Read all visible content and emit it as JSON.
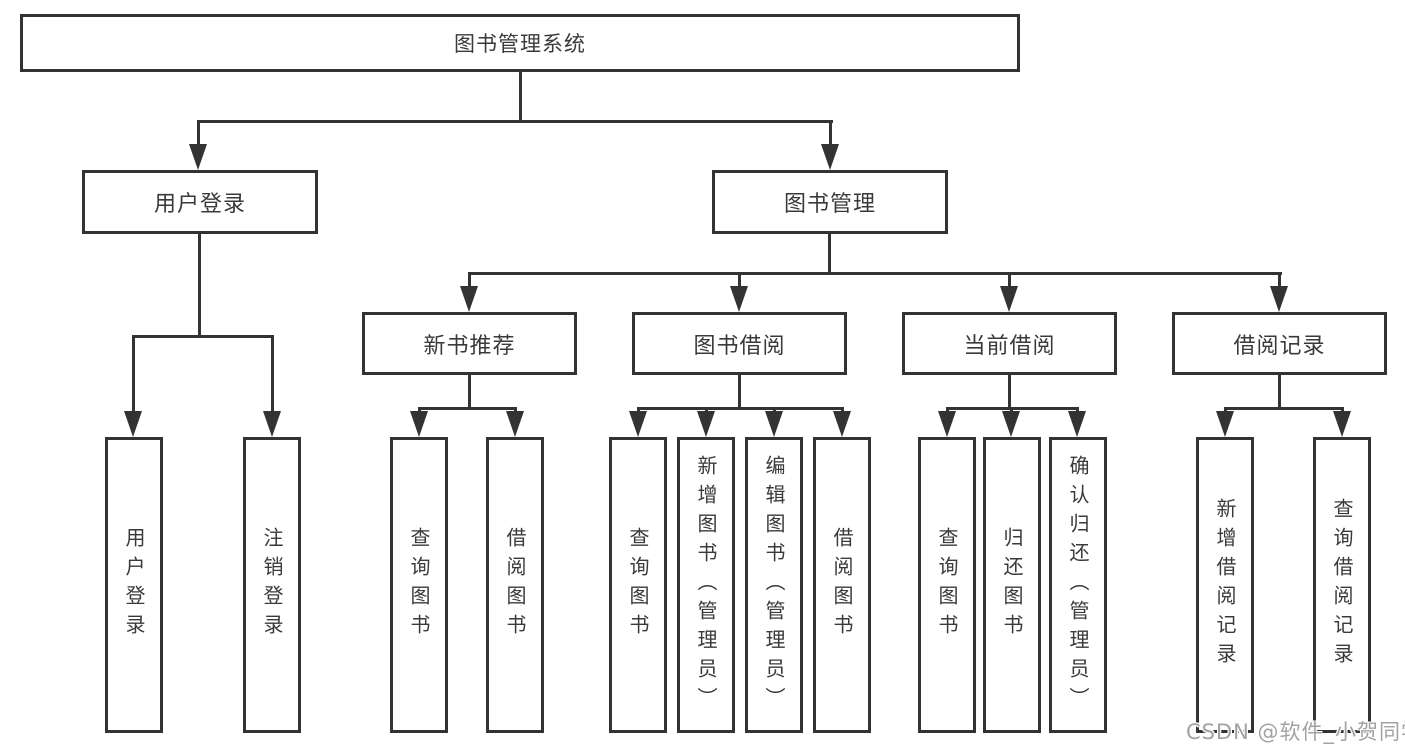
{
  "page": {
    "watermark": "CSDN @软件_小贺同学"
  },
  "colors": {
    "line": "#333333",
    "node_border": "#333333",
    "text": "#3a3a3a",
    "background": "#ffffff",
    "watermark": "#a2a2a2"
  },
  "tree": {
    "root": {
      "label": "图书管理系统"
    },
    "children": [
      {
        "label": "用户登录",
        "children": [
          {
            "label": "用户登录"
          },
          {
            "label": "注销登录"
          }
        ]
      },
      {
        "label": "图书管理",
        "children": [
          {
            "label": "新书推荐",
            "children": [
              {
                "label": "查询图书"
              },
              {
                "label": "借阅图书"
              }
            ]
          },
          {
            "label": "图书借阅",
            "children": [
              {
                "label": "查询图书"
              },
              {
                "label": "新增图书（管理员）"
              },
              {
                "label": "编辑图书（管理员）"
              },
              {
                "label": "借阅图书"
              }
            ]
          },
          {
            "label": "当前借阅",
            "children": [
              {
                "label": "查询图书"
              },
              {
                "label": "归还图书"
              },
              {
                "label": "确认归还（管理员）"
              }
            ]
          },
          {
            "label": "借阅记录",
            "children": [
              {
                "label": "新增借阅记录"
              },
              {
                "label": "查询借阅记录"
              }
            ]
          }
        ]
      }
    ]
  }
}
